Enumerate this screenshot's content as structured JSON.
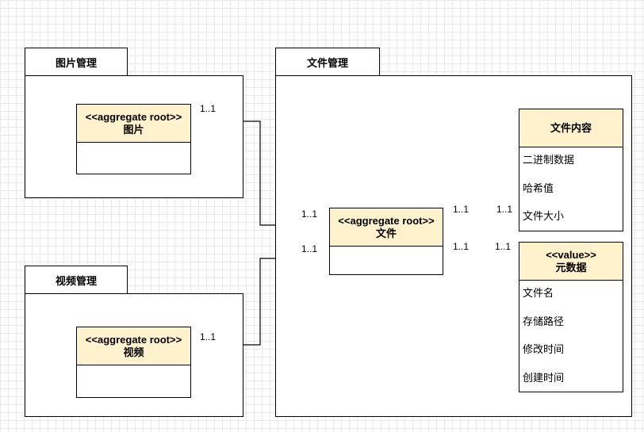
{
  "packages": {
    "image": {
      "title": "图片管理"
    },
    "video": {
      "title": "视频管理"
    },
    "file": {
      "title": "文件管理"
    }
  },
  "classes": {
    "image": {
      "stereotype": "<<aggregate root>>",
      "name": "图片"
    },
    "video": {
      "stereotype": "<<aggregate root>>",
      "name": "视频"
    },
    "file": {
      "stereotype": "<<aggregate root>>",
      "name": "文件"
    },
    "file_content": {
      "name": "文件内容",
      "attributes": [
        "二进制数据",
        "哈希值",
        "文件大小"
      ]
    },
    "metadata": {
      "stereotype": "<<value>>",
      "name": "元数据",
      "attributes": [
        "文件名",
        "存储路径",
        "修改时间",
        "创建时间"
      ]
    }
  },
  "multiplicities": {
    "image_end": "1..1",
    "file_from_image": "1..1",
    "file_from_video": "1..1",
    "video_end": "1..1",
    "file_to_content": "1..1",
    "content_end": "1..1",
    "file_to_metadata": "1..1",
    "metadata_end": "1..1"
  },
  "colors": {
    "class_header": "#fff2cc",
    "line": "#000000",
    "grid": "#e8e8e8"
  }
}
